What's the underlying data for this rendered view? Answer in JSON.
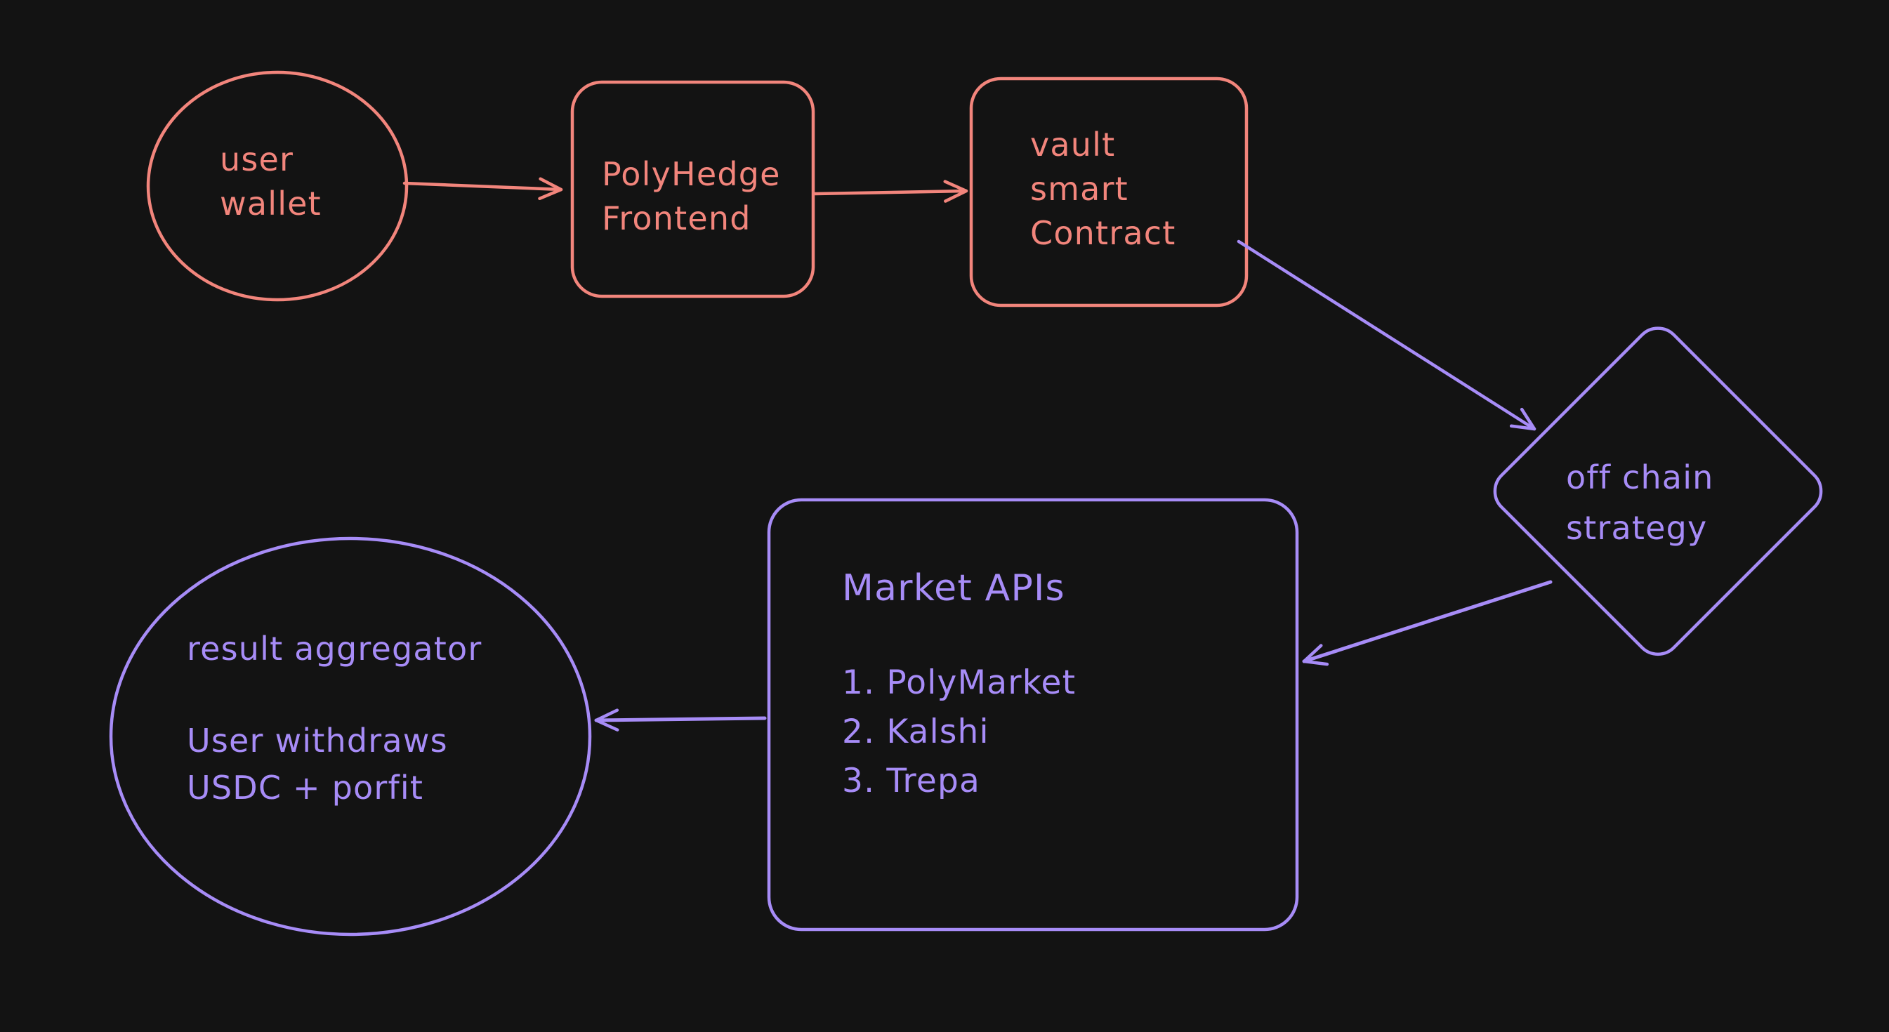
{
  "diagram": {
    "background": "#131313",
    "colors": {
      "coral": "#f2857c",
      "violet": "#a78cf7"
    },
    "nodes": {
      "user_wallet": {
        "shape": "ellipse",
        "label": "user\nwallet"
      },
      "frontend": {
        "shape": "rounded-rectangle",
        "label": "PolyHedge\nFrontend"
      },
      "vault": {
        "shape": "rounded-rectangle",
        "label": "vault\nsmart\nContract"
      },
      "strategy": {
        "shape": "diamond",
        "label": "off chain\nstrategy"
      },
      "market_apis": {
        "shape": "rounded-rectangle",
        "title": "Market APIs",
        "items": [
          "1. PolyMarket",
          "2. Kalshi",
          "3. Trepa"
        ]
      },
      "aggregator": {
        "shape": "ellipse",
        "title": "result aggregator",
        "note": "User withdraws\nUSDC + porfit"
      }
    },
    "edges": [
      {
        "from": "user_wallet",
        "to": "frontend"
      },
      {
        "from": "frontend",
        "to": "vault"
      },
      {
        "from": "vault",
        "to": "strategy"
      },
      {
        "from": "strategy",
        "to": "market_apis"
      },
      {
        "from": "market_apis",
        "to": "aggregator"
      }
    ]
  }
}
